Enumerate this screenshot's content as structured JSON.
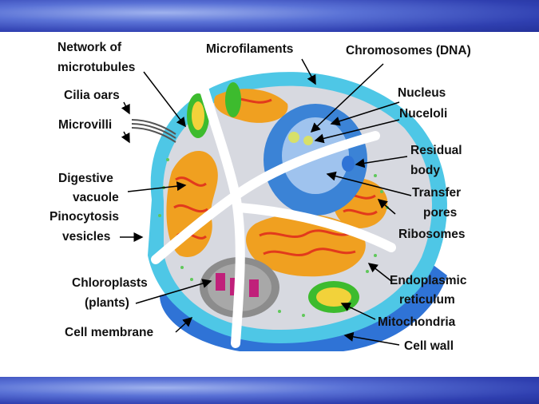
{
  "colors": {
    "band": "#3446b8",
    "cell_wall": "#2f73d6",
    "membrane": "#4ec7e6",
    "cytoplasm": "#d7d9e0",
    "er_orange": "#f0a020",
    "er_red": "#e23a1c",
    "nucleus": "#3b83d6",
    "mito": "#3dbb2e",
    "chloroplast_gray": "#8c8c8c"
  },
  "labels": {
    "network_of_microtubules_1": "Network of",
    "network_of_microtubules_2": "microtubules",
    "microfilaments": "Microfilaments",
    "chromosomes": "Chromosomes (DNA)",
    "cilia_oars": "Cilia oars",
    "microvilli": "Microvilli",
    "nucleus": "Nucleus",
    "nucleoli": "Nuceloli",
    "residual_body_1": "Residual",
    "residual_body_2": "body",
    "digestive_vacuole_1": "Digestive",
    "digestive_vacuole_2": "vacuole",
    "transfer_pores_1": "Transfer",
    "transfer_pores_2": "pores",
    "pinocytosis_1": "Pinocytosis",
    "pinocytosis_2": "vesicles",
    "ribosomes": "Ribosomes",
    "chloroplasts_1": "Chloroplasts",
    "chloroplasts_2": "(plants)",
    "endoplasmic_1": "Endoplasmic",
    "endoplasmic_2": "reticulum",
    "mitochondria": "Mitochondria",
    "cell_membrane": "Cell membrane",
    "cell_wall": "Cell wall"
  }
}
